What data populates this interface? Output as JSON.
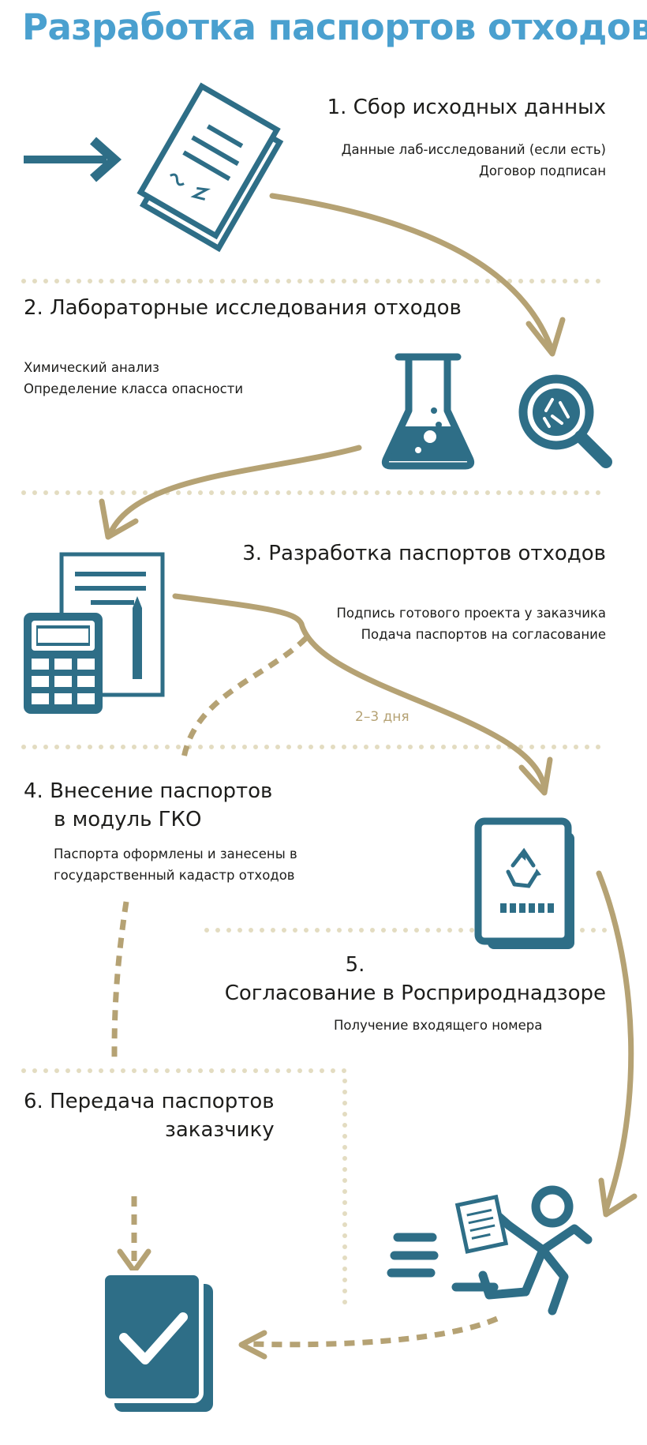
{
  "title": "Разработка паспортов отходов",
  "steps": [
    {
      "heading": "1. Сбор исходных данных",
      "lines": [
        "Данные лаб-исследований (если есть)",
        "Договор подписан"
      ]
    },
    {
      "heading": "2. Лабораторные исследования отходов",
      "lines": [
        "Химический анализ",
        "Определение класса опасности"
      ]
    },
    {
      "heading": "3. Разработка паспортов отходов",
      "lines": [
        "Подпись готового проекта у заказчика",
        "Подача паспортов на согласование"
      ]
    },
    {
      "heading_lines": [
        "4. Внесение паспортов",
        "в модуль ГКО"
      ],
      "lines": [
        "Паспорта оформлены и занесены в",
        "государственный кадастр отходов"
      ]
    },
    {
      "heading_lines": [
        "5.",
        "Согласование в Росприроднадзоре"
      ],
      "lines": [
        "Получение входящего номера"
      ]
    },
    {
      "heading_lines": [
        "6. Передача паспортов",
        "заказчику"
      ]
    }
  ],
  "duration_note": "2–3 дня",
  "icons": [
    "arrow-right-icon",
    "documents-icon",
    "magnifier-icon",
    "flask-icon",
    "calculator-icon",
    "document-pen-icon",
    "recycle-folder-icon",
    "courier-icon",
    "checkmark-folder-icon"
  ],
  "colors": {
    "title": "#4aa0cf",
    "teal": "#2e6e87",
    "tan": "#b5a274",
    "dots": "#e3dcc1",
    "text": "#1d1d1b"
  }
}
